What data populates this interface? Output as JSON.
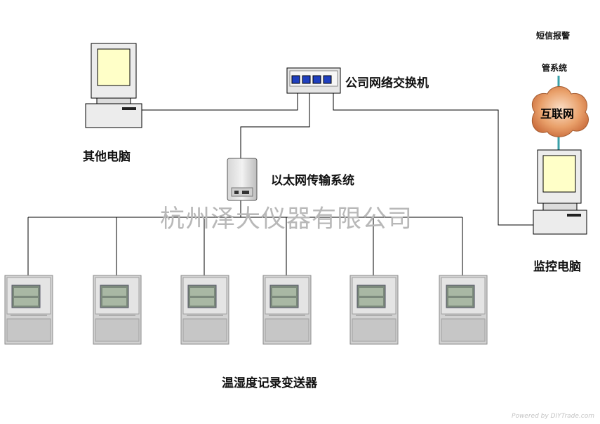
{
  "labels": {
    "switch": "公司网络交换机",
    "other_computer": "其他电脑",
    "ethernet_system": "以太网传输系统",
    "monitor_computer": "监控电脑",
    "recorder": "温湿度记录变送器",
    "sms_line1": "短信报警",
    "sms_line2": "管系统",
    "internet": "互联网"
  },
  "watermark": "杭州泽大仪器有限公司",
  "footer": "Powered by DIYTrade.com",
  "colors": {
    "line": "#000000",
    "cloud_link": "#3aa0a8",
    "switch_port": "#1f3fbf",
    "screen": "#ffffc8"
  },
  "recorder_count": 6
}
